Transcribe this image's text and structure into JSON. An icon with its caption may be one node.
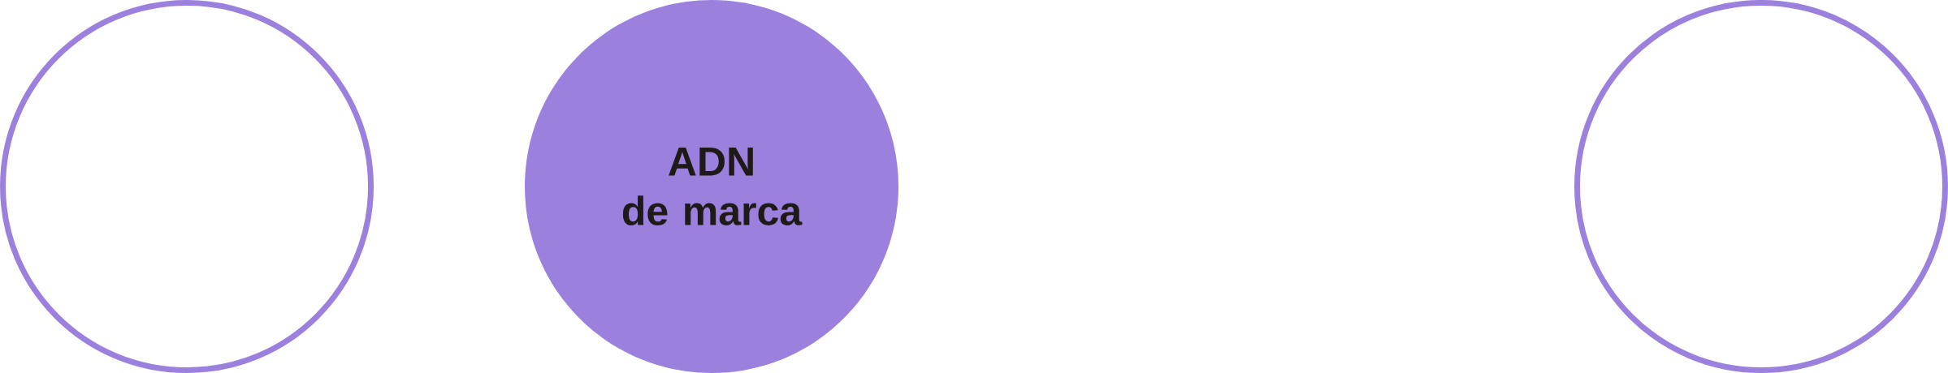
{
  "diagram": {
    "nodes": [
      {
        "text": [],
        "shape": "circle"
      },
      {
        "text": [
          "ADN de marca"
        ]
      },
      {
        "text": [],
        "shape": "circle"
      }
    ]
  }
}
